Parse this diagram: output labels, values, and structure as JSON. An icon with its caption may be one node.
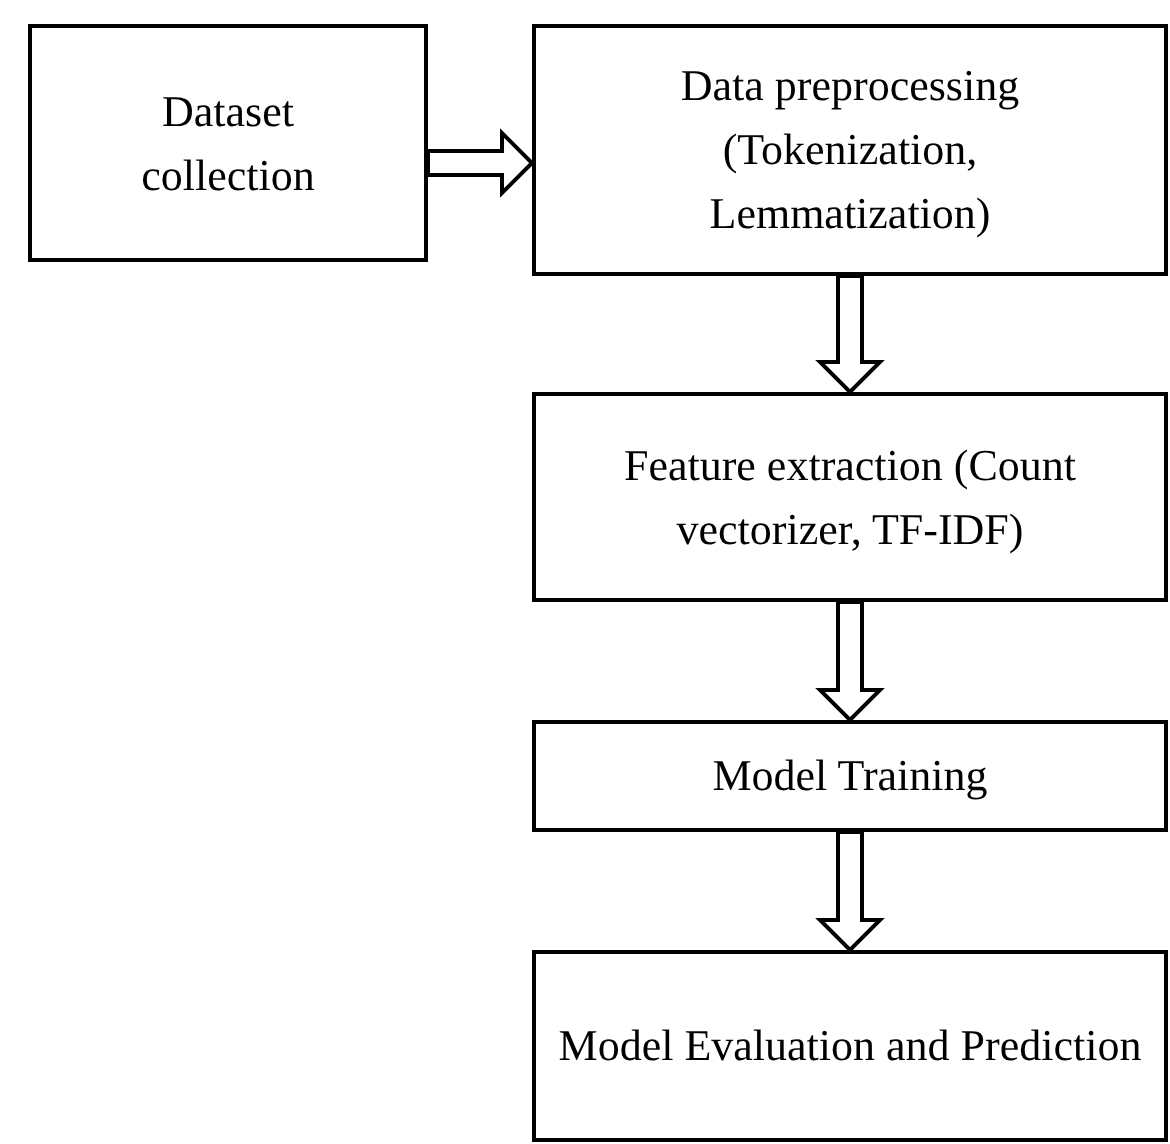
{
  "diagram": {
    "nodes": [
      {
        "text": [
          "Dataset collection"
        ]
      },
      {
        "text": [
          "Data preprocessing (Tokenization, Lemmatization)"
        ]
      },
      {
        "text": [
          "Feature extraction (Count vectorizer, TF-IDF)"
        ]
      },
      {
        "text": [
          "Model Training"
        ]
      },
      {
        "text": [
          "Model Evaluation and Prediction"
        ]
      }
    ],
    "edges": [
      {
        "from": 0,
        "to": 1,
        "arrow": "to"
      },
      {
        "from": 1,
        "to": 2,
        "arrow": "to"
      },
      {
        "from": 2,
        "to": 3,
        "arrow": "to"
      },
      {
        "from": 3,
        "to": 4,
        "arrow": "to"
      }
    ]
  }
}
